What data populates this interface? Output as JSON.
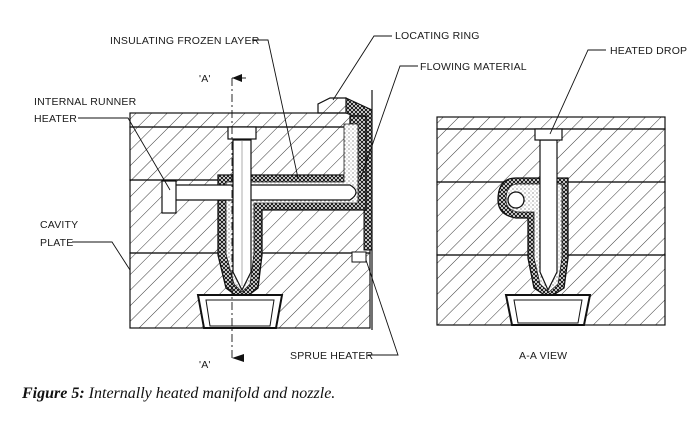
{
  "labels": {
    "insulating_frozen_layer": "INSULATING FROZEN LAYER",
    "locating_ring": "LOCATING RING",
    "flowing_material": "FLOWING MATERIAL",
    "heated_drop": "HEATED DROP",
    "internal_runner_heater_line1": "INTERNAL RUNNER",
    "internal_runner_heater_line2": "HEATER",
    "cavity_plate_line1": "CAVITY",
    "cavity_plate_line2": "PLATE",
    "section_top": "'A'",
    "section_bottom": "'A'",
    "sprue_heater": "SPRUE HEATER",
    "aa_view": "A-A VIEW"
  },
  "caption": {
    "label": "Figure 5:",
    "text": " Internally heated manifold and nozzle."
  }
}
